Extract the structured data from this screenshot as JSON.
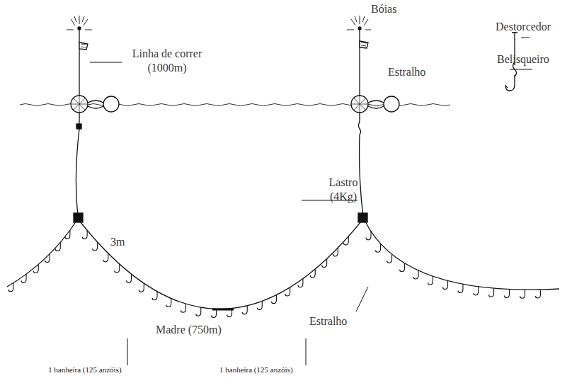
{
  "diagram": {
    "labels": [
      "Bóias",
      "Estralho",
      "Destorcedor",
      "Belisqueiro",
      "Linha de correr (1000m)",
      "Lastro (4Kg)",
      "3m",
      "Estralho",
      "Madre (750m)",
      "1 banheira (125 anzóis)",
      "1 banheira (125 anzóis)"
    ]
  }
}
